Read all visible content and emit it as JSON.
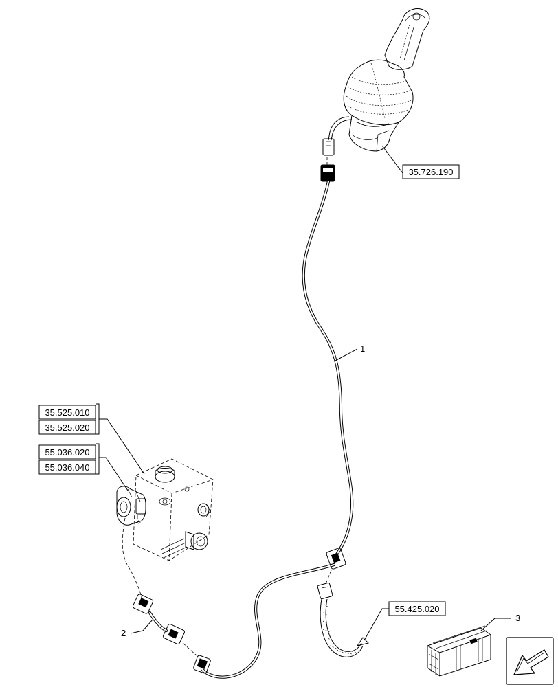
{
  "references": {
    "joystick": "35.726.190",
    "valve_a": "35.525.010",
    "valve_b": "35.525.020",
    "valve_c": "55.036.020",
    "valve_d": "55.036.040",
    "harness_end": "55.425.020"
  },
  "callouts": {
    "harness": "1",
    "adapter": "2",
    "kit": "3"
  },
  "icons": {
    "nav": "arrow-left-down-icon"
  }
}
